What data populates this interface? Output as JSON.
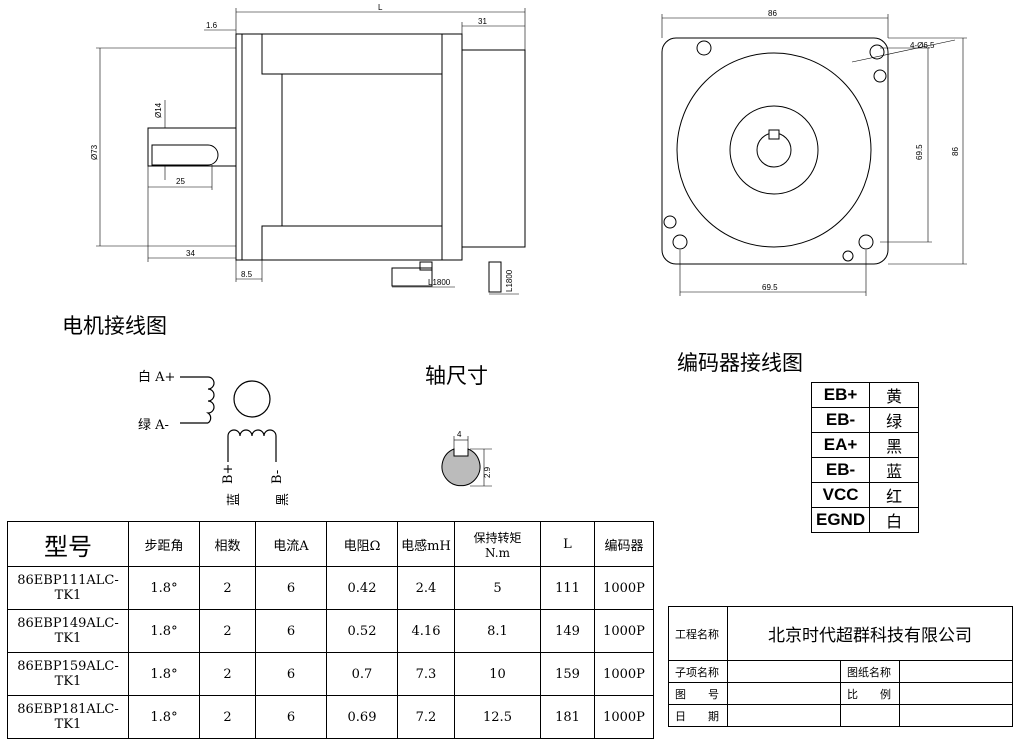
{
  "side_view": {
    "dims": {
      "L": "L",
      "d31": "31",
      "d1_6": "1.6",
      "d73": "Ø73",
      "d14": "Ø14",
      "d25": "25",
      "d34": "34",
      "d8_5": "8.5",
      "L1800_a": "L1800",
      "L1800_b": "L1800"
    }
  },
  "front_view": {
    "dims": {
      "d86_top": "86",
      "hole": "4-Ø6.5",
      "d69_5_v": "69.5",
      "d86_side": "86",
      "d69_5_h": "69.5"
    }
  },
  "titles": {
    "motor_wiring": "电机接线图",
    "shaft_size": "轴尺寸",
    "encoder_wiring": "编码器接线图"
  },
  "motor_wiring": {
    "a_plus": "白 A+",
    "a_minus": "绿 A-",
    "b_plus": "B+",
    "b_plus_color": "蓝",
    "b_minus": "B-",
    "b_minus_color": "黑"
  },
  "shaft": {
    "w": "4",
    "h": "2.9"
  },
  "encoder_table": [
    {
      "signal": "EB+",
      "color": "黄"
    },
    {
      "signal": "EB-",
      "color": "绿"
    },
    {
      "signal": "EA+",
      "color": "黑"
    },
    {
      "signal": "EB-",
      "color": "蓝"
    },
    {
      "signal": "VCC",
      "color": "红"
    },
    {
      "signal": "EGND",
      "color": "白"
    }
  ],
  "spec_table": {
    "headers": [
      "型号",
      "步距角",
      "相数",
      "电流A",
      "电阻Ω",
      "电感mH",
      "保持转矩\nN.m",
      "L",
      "编码器"
    ],
    "rows": [
      [
        "86EBP111ALC-TK1",
        "1.8°",
        "2",
        "6",
        "0.42",
        "2.4",
        "5",
        "111",
        "1000P"
      ],
      [
        "86EBP149ALC-TK1",
        "1.8°",
        "2",
        "6",
        "0.52",
        "4.16",
        "8.1",
        "149",
        "1000P"
      ],
      [
        "86EBP159ALC-TK1",
        "1.8°",
        "2",
        "6",
        "0.7",
        "7.3",
        "10",
        "159",
        "1000P"
      ],
      [
        "86EBP181ALC-TK1",
        "1.8°",
        "2",
        "6",
        "0.69",
        "7.2",
        "12.5",
        "181",
        "1000P"
      ]
    ]
  },
  "title_block": {
    "project_label": "工程名称",
    "company": "北京时代超群科技有限公司",
    "subitem_label": "子项名称",
    "drawing_name_label": "图纸名称",
    "drawing_no_label": "图　　号",
    "scale_label": "比　　例",
    "date_label": "日　　期"
  }
}
